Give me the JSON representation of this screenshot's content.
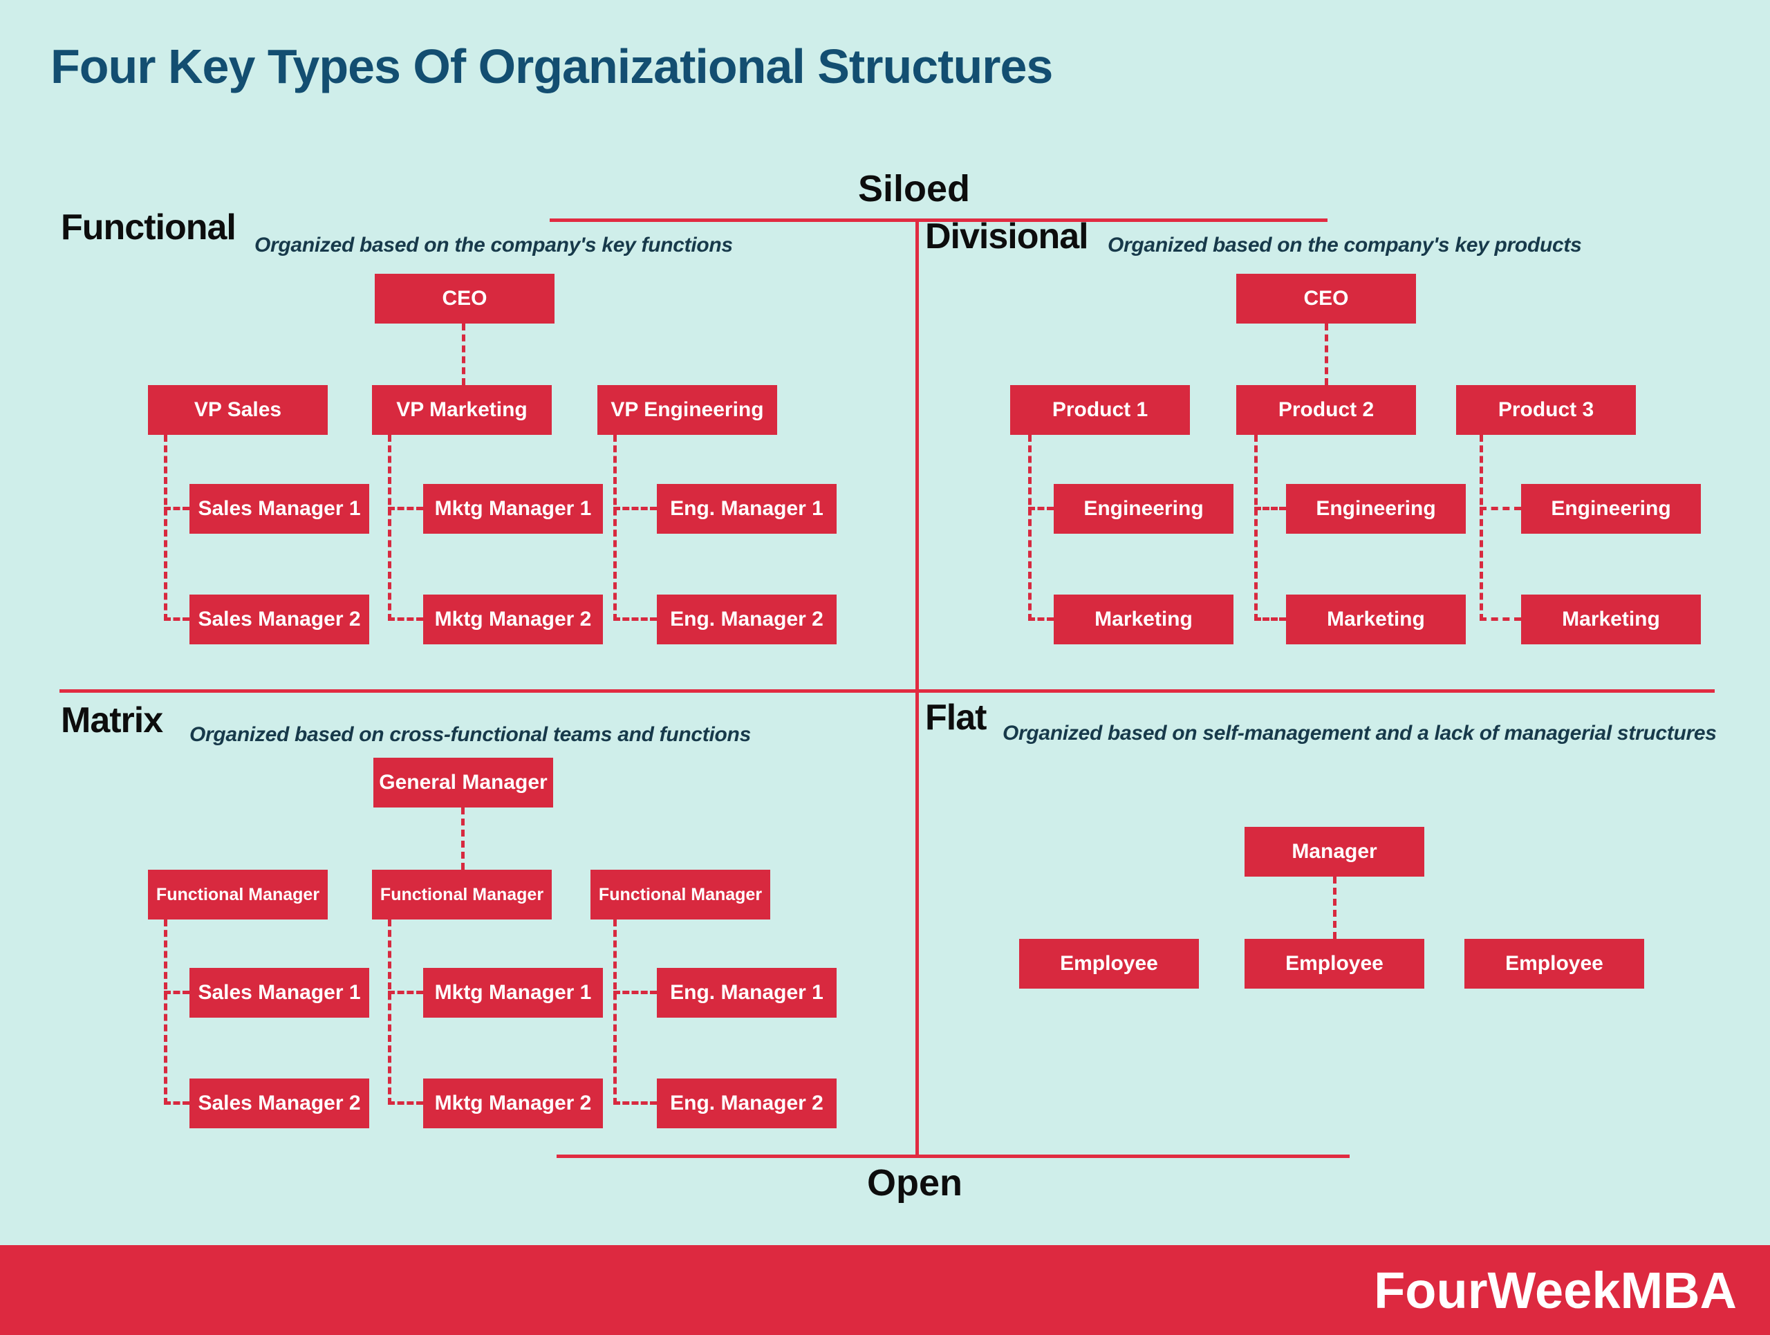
{
  "page": {
    "title": "Four Key Types Of Organizational Structures"
  },
  "axes": {
    "top_label": "Siloed",
    "bottom_label": "Open"
  },
  "colors": {
    "bg": "#cfeeea",
    "box_red": "#d8293f",
    "line_red": "#e12b41",
    "footer_red": "#dd2940",
    "title_navy": "#134e71",
    "subtitle_dark": "#17394a",
    "label_black": "#0d0d0d"
  },
  "quadrants": {
    "functional": {
      "label": "Functional",
      "subtitle": "Organized based on the company's key functions",
      "nodes": {
        "ceo": "CEO",
        "vp_sales": "VP Sales",
        "vp_marketing": "VP Marketing",
        "vp_engineering": "VP Engineering",
        "sales_manager_1": "Sales Manager 1",
        "mktg_manager_1": "Mktg Manager 1",
        "eng_manager_1": "Eng. Manager 1",
        "sales_manager_2": "Sales Manager 2",
        "mktg_manager_2": "Mktg Manager 2",
        "eng_manager_2": "Eng. Manager 2"
      }
    },
    "divisional": {
      "label": "Divisional",
      "subtitle": "Organized based on the company's key products",
      "nodes": {
        "ceo": "CEO",
        "product_1": "Product 1",
        "product_2": "Product 2",
        "product_3": "Product 3",
        "p1_engineering": "Engineering",
        "p1_marketing": "Marketing",
        "p2_engineering": "Engineering",
        "p2_marketing": "Marketing",
        "p3_engineering": "Engineering",
        "p3_marketing": "Marketing"
      }
    },
    "matrix": {
      "label": "Matrix",
      "subtitle": "Organized based on cross-functional teams and functions",
      "nodes": {
        "general_manager": "General Manager",
        "functional_manager_1": "Functional Manager",
        "functional_manager_2": "Functional Manager",
        "functional_manager_3": "Functional Manager",
        "sales_manager_1": "Sales Manager 1",
        "mktg_manager_1": "Mktg Manager 1",
        "eng_manager_1": "Eng. Manager 1",
        "sales_manager_2": "Sales Manager 2",
        "mktg_manager_2": "Mktg Manager 2",
        "eng_manager_2": "Eng. Manager 2"
      }
    },
    "flat": {
      "label": "Flat",
      "subtitle": "Organized based on self-management and a lack of managerial structures",
      "nodes": {
        "manager": "Manager",
        "employee_1": "Employee",
        "employee_2": "Employee",
        "employee_3": "Employee"
      }
    }
  },
  "footer": {
    "brand": "FourWeekMBA"
  }
}
